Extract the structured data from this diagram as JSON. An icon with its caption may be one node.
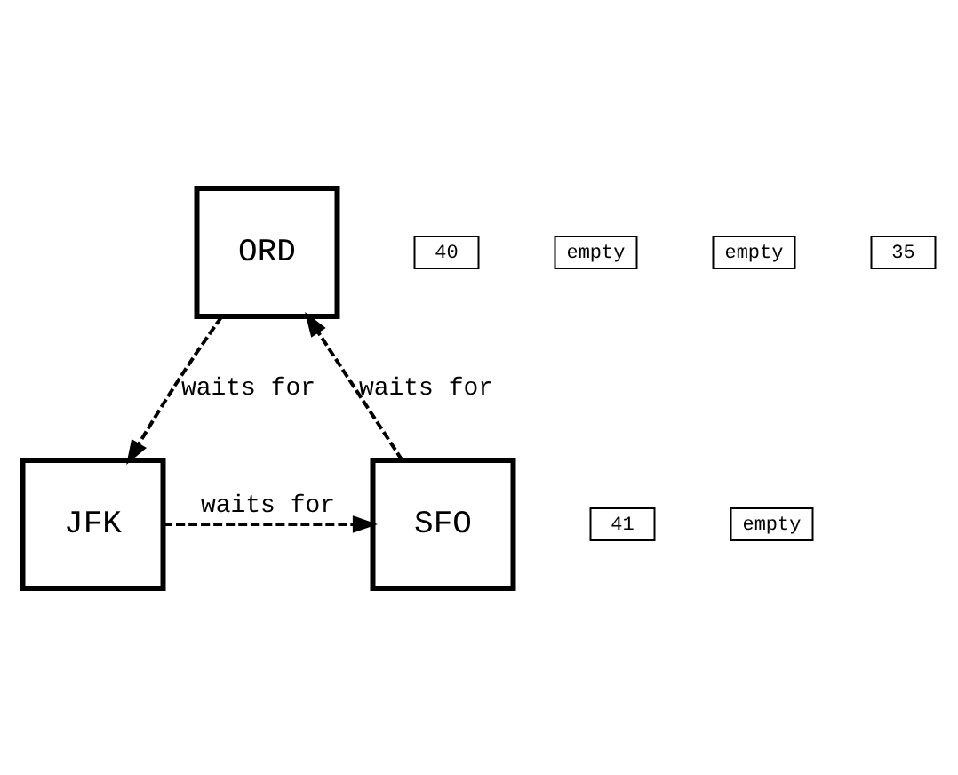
{
  "diagram": {
    "nodes": [
      {
        "text": [
          "ORD"
        ]
      },
      {
        "text": [
          "40"
        ]
      },
      {
        "text": [
          "empty"
        ]
      },
      {
        "text": [
          "empty"
        ]
      },
      {
        "text": [
          "35"
        ]
      },
      {
        "text": [
          "SFO"
        ]
      },
      {
        "text": [
          "41"
        ]
      },
      {
        "text": [
          "JFK"
        ]
      },
      {
        "text": [
          "empty"
        ]
      }
    ],
    "edges": [
      {
        "from": 5,
        "to": 0,
        "arrow": "to",
        "label": "waits for",
        "style": "dashed"
      },
      {
        "from": 0,
        "to": 7,
        "arrow": "to",
        "label": "waits for",
        "style": "dashed"
      },
      {
        "from": 7,
        "to": 5,
        "arrow": "to",
        "label": "waits for",
        "style": "dashed"
      }
    ]
  }
}
